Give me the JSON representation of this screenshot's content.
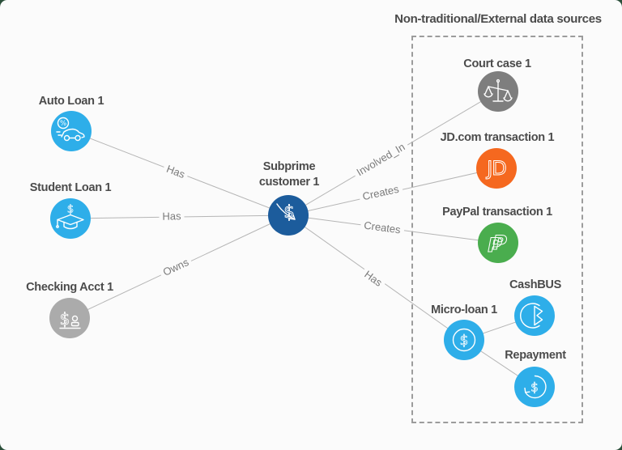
{
  "external_box": {
    "title": "Non-traditional/External data sources"
  },
  "nodes": {
    "auto_loan": {
      "label": "Auto Loan 1",
      "color": "#2EAEE9"
    },
    "student_loan": {
      "label": "Student Loan 1",
      "color": "#2EAEE9"
    },
    "checking_acct": {
      "label": "Checking Acct 1",
      "color": "#ABABAB"
    },
    "subprime_customer": {
      "label_line1": "Subprime",
      "label_line2": "customer 1",
      "color": "#1C5C9C"
    },
    "court_case": {
      "label": "Court case 1",
      "color": "#7E7E7E"
    },
    "jd_transaction": {
      "label": "JD.com transaction 1",
      "color": "#F5681F",
      "logo_text": "JD"
    },
    "paypal_transaction": {
      "label": "PayPal transaction 1",
      "color": "#4AAD4E"
    },
    "micro_loan": {
      "label": "Micro-loan 1",
      "color": "#2EAEE9"
    },
    "cashbus": {
      "label": "CashBUS",
      "color": "#2EAEE9"
    },
    "repayment": {
      "label": "Repayment",
      "color": "#2EAEE9"
    }
  },
  "edges": [
    {
      "from": "Auto Loan 1",
      "to": "Subprime customer 1",
      "label": "Has"
    },
    {
      "from": "Student Loan 1",
      "to": "Subprime customer 1",
      "label": "Has"
    },
    {
      "from": "Checking Acct 1",
      "to": "Subprime customer 1",
      "label": "Owns"
    },
    {
      "from": "Subprime customer 1",
      "to": "Court case 1",
      "label": "Involved_In"
    },
    {
      "from": "Subprime customer 1",
      "to": "JD.com transaction 1",
      "label": "Creates"
    },
    {
      "from": "Subprime customer 1",
      "to": "PayPal transaction 1",
      "label": "Creates"
    },
    {
      "from": "Subprime customer 1",
      "to": "Micro-loan 1",
      "label": "Has"
    },
    {
      "from": "Micro-loan 1",
      "to": "CashBUS",
      "label": ""
    },
    {
      "from": "Micro-loan 1",
      "to": "Repayment",
      "label": ""
    }
  ],
  "glyphs": {
    "dollar": "$",
    "percent": "%",
    "paypal_p": "P"
  }
}
